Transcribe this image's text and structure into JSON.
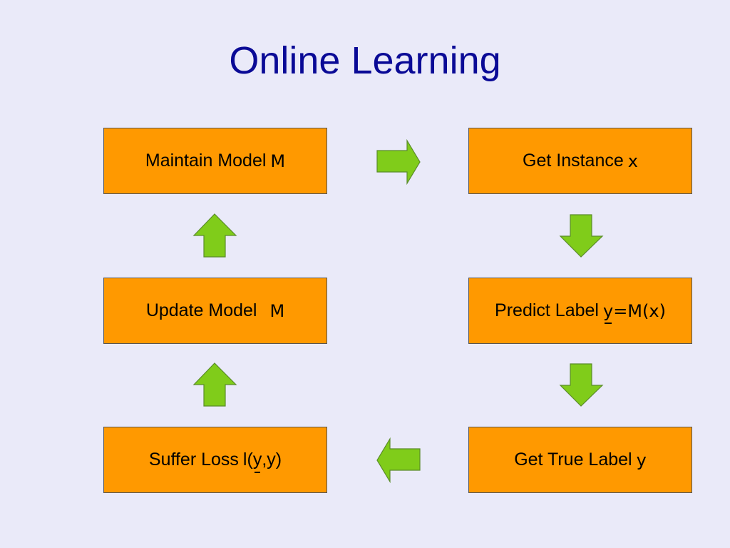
{
  "title": "Online Learning",
  "boxes": {
    "maintain": {
      "label": "Maintain Model",
      "var": "M"
    },
    "get_instance": {
      "label": "Get Instance",
      "var": "x"
    },
    "update": {
      "label": "Update Model",
      "var": "M"
    },
    "predict": {
      "label": "Predict Label",
      "pred": "y",
      "expr": "=M(x)"
    },
    "loss": {
      "label": "Suffer Loss",
      "fn": "l(",
      "pred": "y",
      "rest": ",y)"
    },
    "true_label": {
      "label": "Get True Label",
      "var": "y"
    }
  },
  "colors": {
    "background": "#eaeaf9",
    "title": "#0a0a96",
    "box_fill": "#ff9900",
    "arrow_fill": "#80cc1a"
  },
  "icons": [
    "arrow-right-icon",
    "arrow-down-icon",
    "arrow-up-icon",
    "arrow-left-icon"
  ]
}
